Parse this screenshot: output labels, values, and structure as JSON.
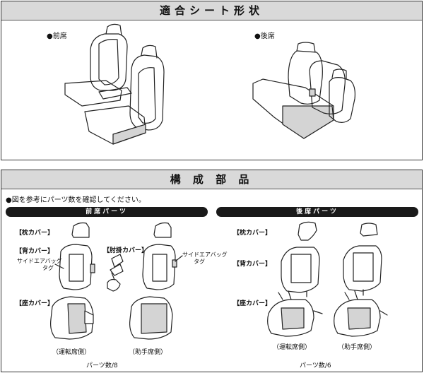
{
  "section_seat": {
    "title": "適合シート形状",
    "front_label": "●前席",
    "rear_label": "●後席"
  },
  "section_parts": {
    "title": "構 成 部 品",
    "note": "●図を参考にパーツ数を確認してください。",
    "front": {
      "banner": "前席パーツ",
      "pillow_label": "【枕カバー】",
      "back_label": "【背カバー】",
      "seat_label": "【座カバー】",
      "armrest_label": "【肘掛カバー】",
      "airbag_left": "サイドエアバッグ",
      "airbag_left_2": "タグ",
      "airbag_right": "サイドエアバッグ",
      "airbag_right_2": "タグ",
      "driver_label": "（運転席側）",
      "passenger_label": "（助手席側）",
      "count": "パーツ数/8"
    },
    "rear": {
      "banner": "後席パーツ",
      "pillow_label": "【枕カバー】",
      "back_label": "【背カバー】",
      "seat_label": "【座カバー】",
      "driver_label": "（運転席側）",
      "passenger_label": "（助手席側）",
      "count": "パーツ数/6"
    }
  }
}
